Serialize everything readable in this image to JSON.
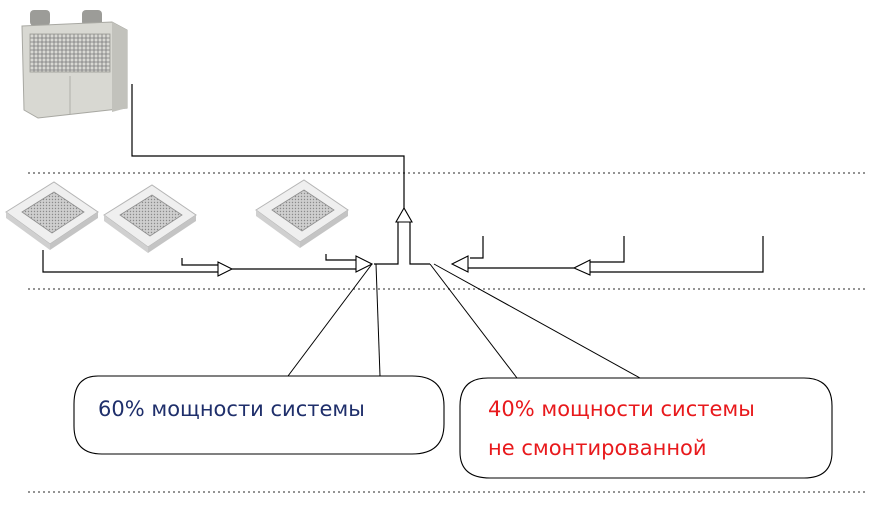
{
  "callouts": {
    "left": {
      "lines": [
        "60% мощности системы"
      ],
      "color": "#1f2f6b"
    },
    "right": {
      "lines": [
        "40% мощности системы",
        "не смонтированной"
      ],
      "color": "#e8191c"
    }
  },
  "colors": {
    "line": "#000000",
    "dotted": "#555555",
    "unit_body": "#d7d7d2",
    "unit_grille": "#6a6a6a",
    "cassette_face": "#eeeeee",
    "cassette_grille": "#9a9a9a"
  },
  "icons": {
    "outdoor_unit": "outdoor-unit-icon",
    "indoor_unit": "ceiling-cassette-icon"
  }
}
